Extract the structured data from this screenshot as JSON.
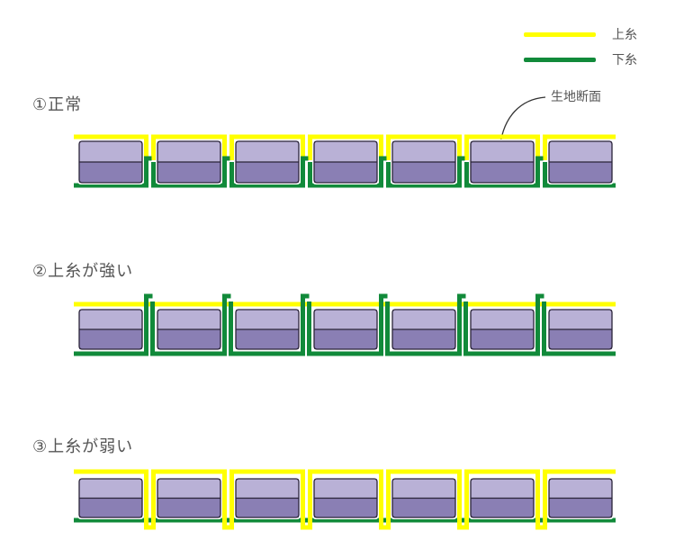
{
  "legend": [
    {
      "label": "上糸",
      "color": "#ffff00"
    },
    {
      "label": "下糸",
      "color": "#118a3a"
    }
  ],
  "colors": {
    "upper_thread": "#ffff00",
    "lower_thread": "#118a3a",
    "fabric_top": "#b9b1d6",
    "fabric_bottom": "#8a7fb4",
    "fabric_border": "#2a2438"
  },
  "callout": {
    "label": "生地断面"
  },
  "diagrams": [
    {
      "id": "normal",
      "title": "①正常",
      "interlock": "middle",
      "stitch_count": 7
    },
    {
      "id": "upper-strong",
      "title": "②上糸が強い",
      "interlock": "top",
      "stitch_count": 7
    },
    {
      "id": "upper-weak",
      "title": "③上糸が弱い",
      "interlock": "bottom",
      "stitch_count": 7
    }
  ]
}
